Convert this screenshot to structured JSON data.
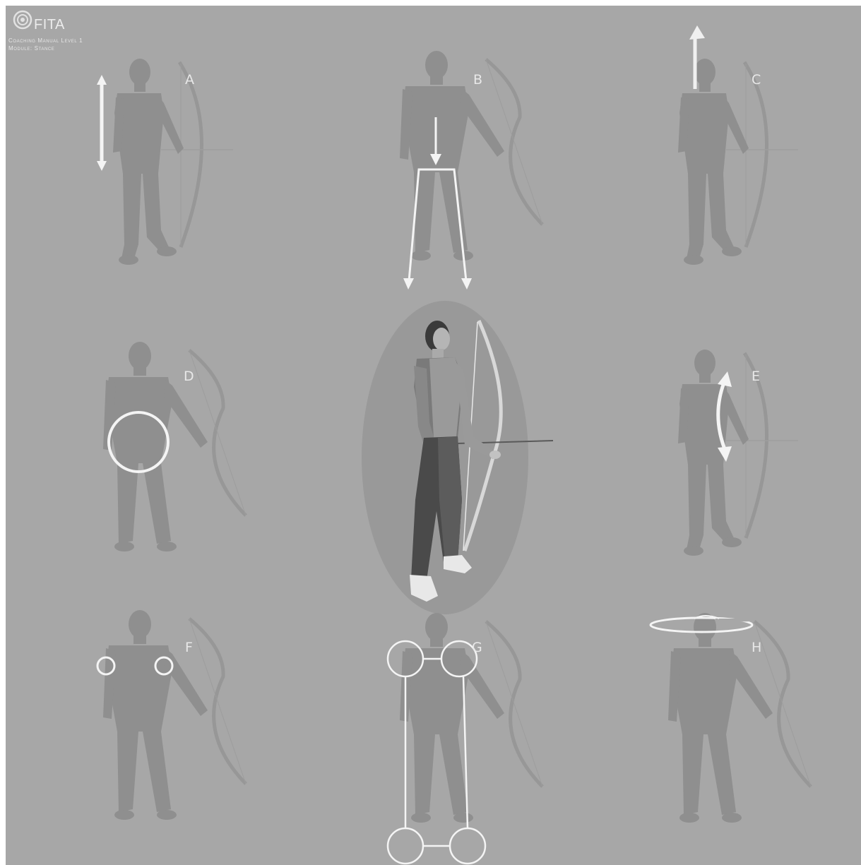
{
  "header": {
    "logo_icon": "target-rings-icon",
    "title": "FITA",
    "subtitle_line1": "Coaching Manual Level 1",
    "subtitle_line2": "Module: Stance"
  },
  "panels": [
    {
      "id": "A",
      "label": "A",
      "indicator": "vertical-double-arrow-icon"
    },
    {
      "id": "B",
      "label": "B",
      "indicator": "weight-split-arrows-icon"
    },
    {
      "id": "C",
      "label": "C",
      "indicator": "upward-arrow-icon"
    },
    {
      "id": "D",
      "label": "D",
      "indicator": "center-circle-icon"
    },
    {
      "id": "E",
      "label": "E",
      "indicator": "curved-double-arrow-icon"
    },
    {
      "id": "F",
      "label": "F",
      "indicator": "shoulder-circles-icon"
    },
    {
      "id": "G",
      "label": "G",
      "indicator": "body-frame-icon"
    },
    {
      "id": "H",
      "label": "H",
      "indicator": "head-ring-icon"
    }
  ],
  "center": {
    "figure": "archer-figure-icon"
  },
  "colors": {
    "background": "#a7a7a7",
    "silhouette": "#8f8f8f",
    "highlight": "#f4f4f4"
  }
}
